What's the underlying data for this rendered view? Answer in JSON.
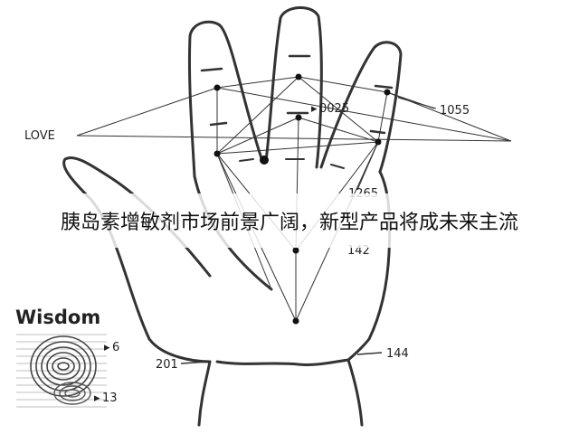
{
  "banner": {
    "headline": "胰岛素增敏剂市场前景广阔，新型产品将成未来主流"
  },
  "diagram": {
    "labels": {
      "love": "LOVE",
      "n0025": "0025",
      "n1055": "1055",
      "n1265": "1265",
      "n142": "142",
      "n201": "201",
      "n144": "144",
      "wisdom": "Wisdom",
      "n6": "6",
      "n13": "13"
    }
  },
  "colors": {
    "line": "#333333",
    "dot": "#111111",
    "text": "#222222"
  }
}
